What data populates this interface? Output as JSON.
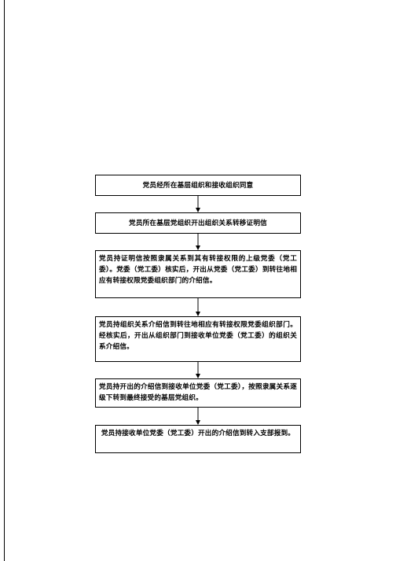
{
  "flowchart": {
    "steps": [
      "党员经所在基层组织和接收组织同意",
      "党员所在基层党组织开出组织关系转移证明信",
      "党员持证明信按照隶属关系到其有转接权限的上级党委（党工委）。党委（党工委）核实后，开出从党委（党工委）到转往地相应有转接权限党委组织部门的介绍信。",
      "党员持组织关系介绍信到转往地相应有转接权限党委组织部门。经核实后，开出从组织部门到接收单位党委（党工委）的组织关系介绍信。",
      "党员持开出的介绍信到接收单位党委（党工委），按照隶属关系逐级下转到最终接受的基层党组织。",
      "党员持接收单位党委（党工委）开出的介绍信到转入支部报到。"
    ]
  }
}
